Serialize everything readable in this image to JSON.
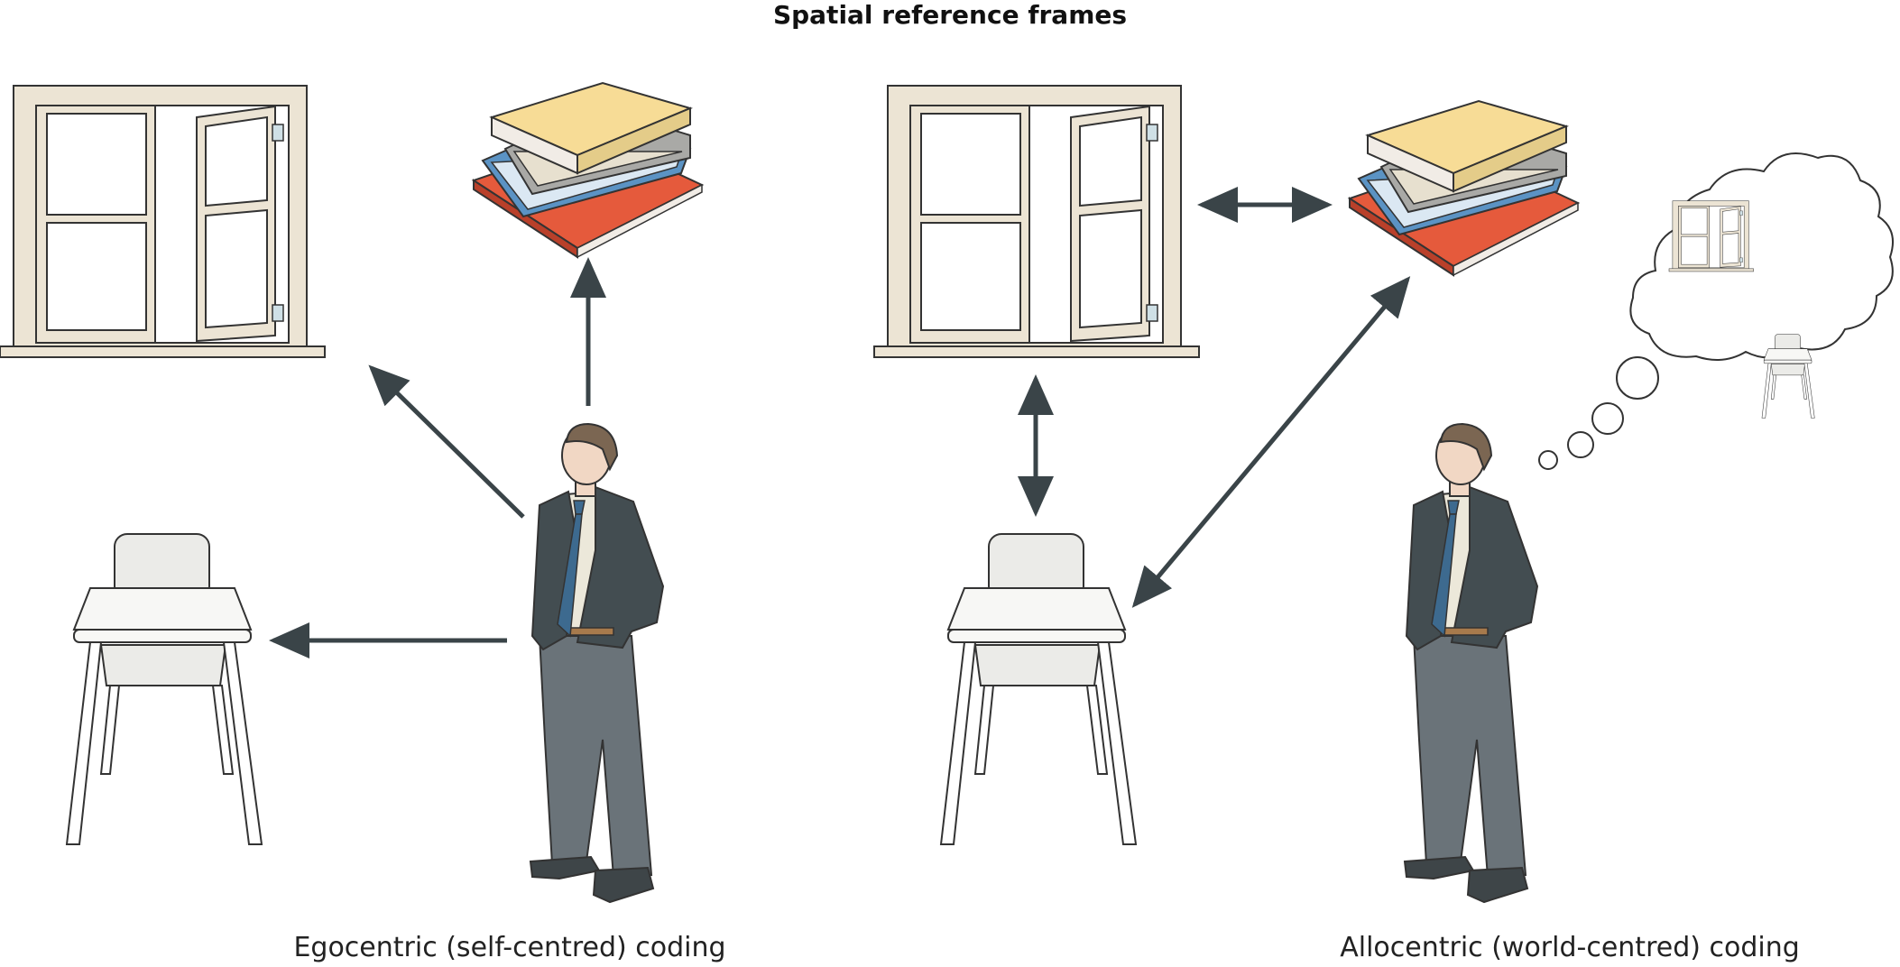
{
  "figure": {
    "title": "Spatial reference frames",
    "panels": [
      {
        "caption": "Egocentric (self-centred) coding"
      },
      {
        "caption": "Allocentric (world-centred) coding"
      }
    ]
  },
  "colors": {
    "arrow": "#3a4448",
    "window_frame": "#ece4d4",
    "book_yellow": "#f7dc96",
    "book_red": "#e55a3c",
    "book_blue": "#5b93c4",
    "book_grey": "#a9a9a6",
    "jacket": "#434d51",
    "trousers": "#6a7379",
    "tie": "#3d6a8f",
    "chair": "#f2f2f0"
  }
}
